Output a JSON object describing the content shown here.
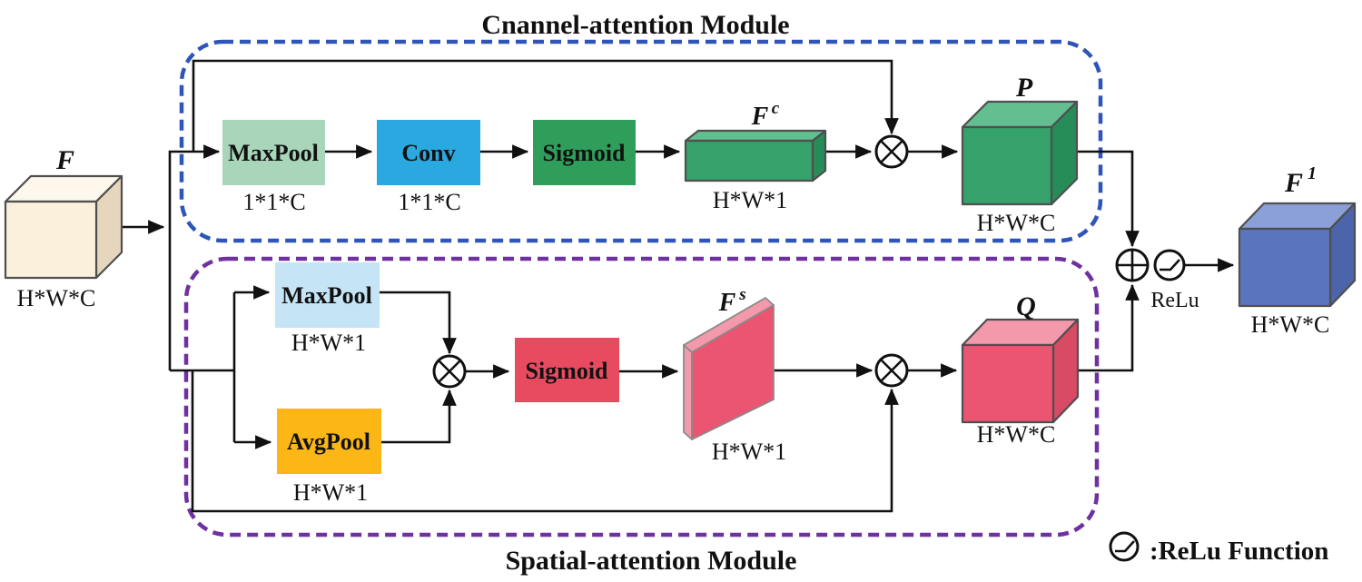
{
  "titles": {
    "channel": "Cnannel-attention Module",
    "spatial": "Spatial-attention Module"
  },
  "input": {
    "label": "F",
    "dim": "H*W*C"
  },
  "output": {
    "label_base": "F",
    "label_sup": "1",
    "dim": "H*W*C"
  },
  "channel": {
    "maxpool": "MaxPool",
    "maxpool_dim": "1*1*C",
    "conv": "Conv",
    "conv_dim": "1*1*C",
    "sigmoid": "Sigmoid",
    "fc_base": "F",
    "fc_sup": "c",
    "fc_dim": "H*W*1",
    "p_label": "P",
    "p_dim": "H*W*C"
  },
  "spatial": {
    "maxpool": "MaxPool",
    "maxpool_dim": "H*W*1",
    "avgpool": "AvgPool",
    "avgpool_dim": "H*W*1",
    "sigmoid": "Sigmoid",
    "fs_base": "F",
    "fs_sup": "s",
    "fs_dim": "H*W*1",
    "q_label": "Q",
    "q_dim": "H*W*C"
  },
  "relu_label": "ReLu",
  "legend": {
    "text": ":ReLu Function"
  },
  "colors": {
    "dash_blue": "#2e55b7",
    "dash_purple": "#7031a0",
    "input_front": "#faf0dc",
    "input_top": "#fdf8eb",
    "input_side": "#e5d6bd",
    "ch_maxpool": "#a9d6ba",
    "conv": "#2aa9e0",
    "ch_sigmoid": "#2f9e5a",
    "green_front": "#34a26a",
    "green_top": "#63bf90",
    "green_side": "#268c58",
    "sp_maxpool": "#c5e4f5",
    "avgpool": "#fcb717",
    "sp_sigmoid": "#e84a60",
    "pink_front": "#eb5571",
    "pink_top": "#f399ab",
    "pink_side": "#d94a64",
    "out_front": "#5b74be",
    "out_top": "#8ca0d8",
    "out_side": "#4c64a9"
  }
}
